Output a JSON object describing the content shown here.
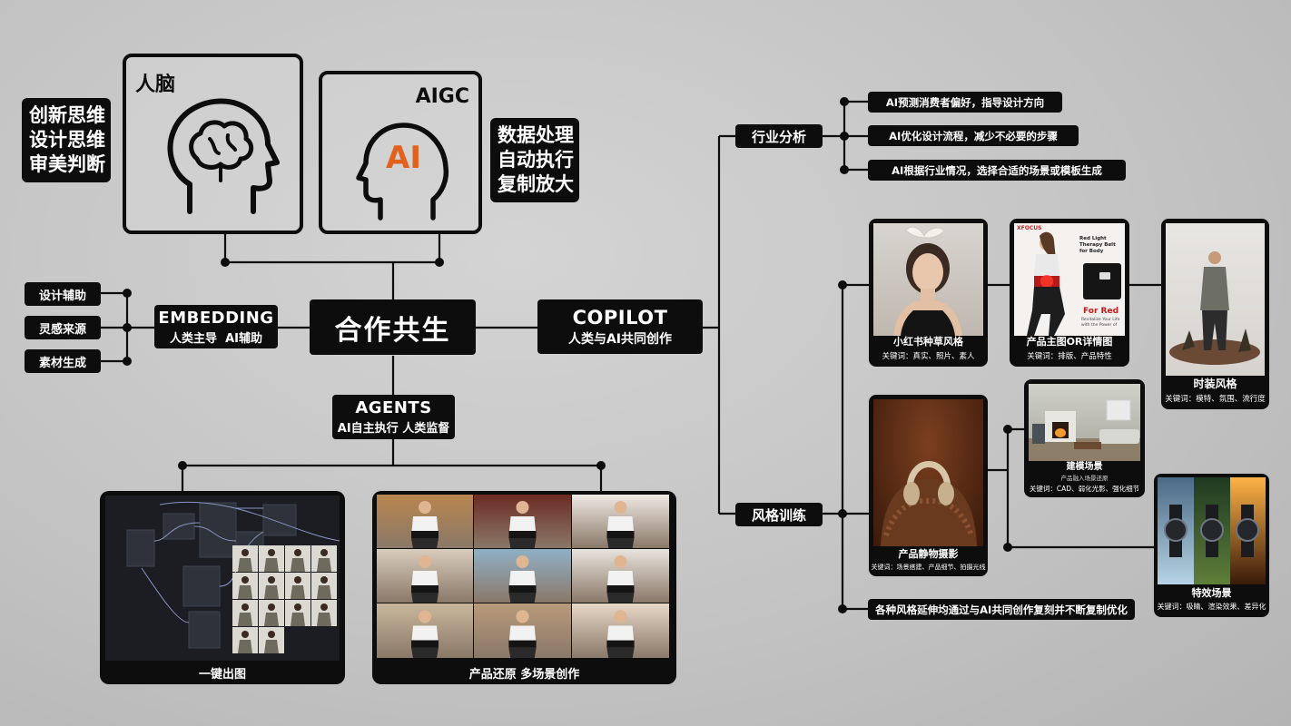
{
  "human": {
    "title": "人脑",
    "skills": [
      "创新思维",
      "设计思维",
      "审美判断"
    ]
  },
  "aigc": {
    "title": "AIGC",
    "ai_label": "AI",
    "skills": [
      "数据处理",
      "自动执行",
      "复制放大"
    ]
  },
  "center": {
    "title": "合作共生"
  },
  "embedding": {
    "title": "EMBEDDING",
    "subtitle": "人类主导  AI辅助",
    "items": [
      "设计辅助",
      "灵感来源",
      "素材生成"
    ]
  },
  "copilot": {
    "title": "COPILOT",
    "subtitle": "人类与AI共同创作"
  },
  "agents": {
    "title": "AGENTS",
    "subtitle": "AI自主执行 人类监督"
  },
  "shots": {
    "workflow": "一键出图",
    "products": "产品还原 多场景创作"
  },
  "industry": {
    "title": "行业分析",
    "items": [
      "AI预测消费者偏好，指导设计方向",
      "AI优化设计流程，减少不必要的步骤",
      "AI根据行业情况，选择合适的场景或模板生成"
    ]
  },
  "style": {
    "title": "风格训练",
    "footer": "各种风格延伸均通过与AI共同创作复刻并不断复制优化",
    "cards": {
      "xhs": {
        "title": "小红书种草风格",
        "keywords": "关键词：真实、照片、素人"
      },
      "main": {
        "title": "产品主图OR详情图",
        "keywords": "关键词：排版、产品特性",
        "brand": "XFOCUS",
        "headline": "Red Light Therapy Belt for Body",
        "tagline": "For Red",
        "small": "Revitalize Your Life with the Power of"
      },
      "fashion": {
        "title": "时装风格",
        "keywords": "关键词：模特、氛围、流行度"
      },
      "still": {
        "title": "产品静物摄影",
        "keywords": "关键词：场景搭建、产品细节、拍摄光线"
      },
      "model": {
        "title": "建模场景",
        "sub": "产品融入场景还原",
        "keywords": "关键词：CAD、弱化光影、强化细节"
      },
      "fx": {
        "title": "特效场景",
        "keywords": "关键词：吸睛、渲染效果、差异化"
      }
    }
  },
  "colors": {
    "ink": "#0d0d0d",
    "ai_orange": "#e2611c",
    "background": "#c6c6c6"
  }
}
